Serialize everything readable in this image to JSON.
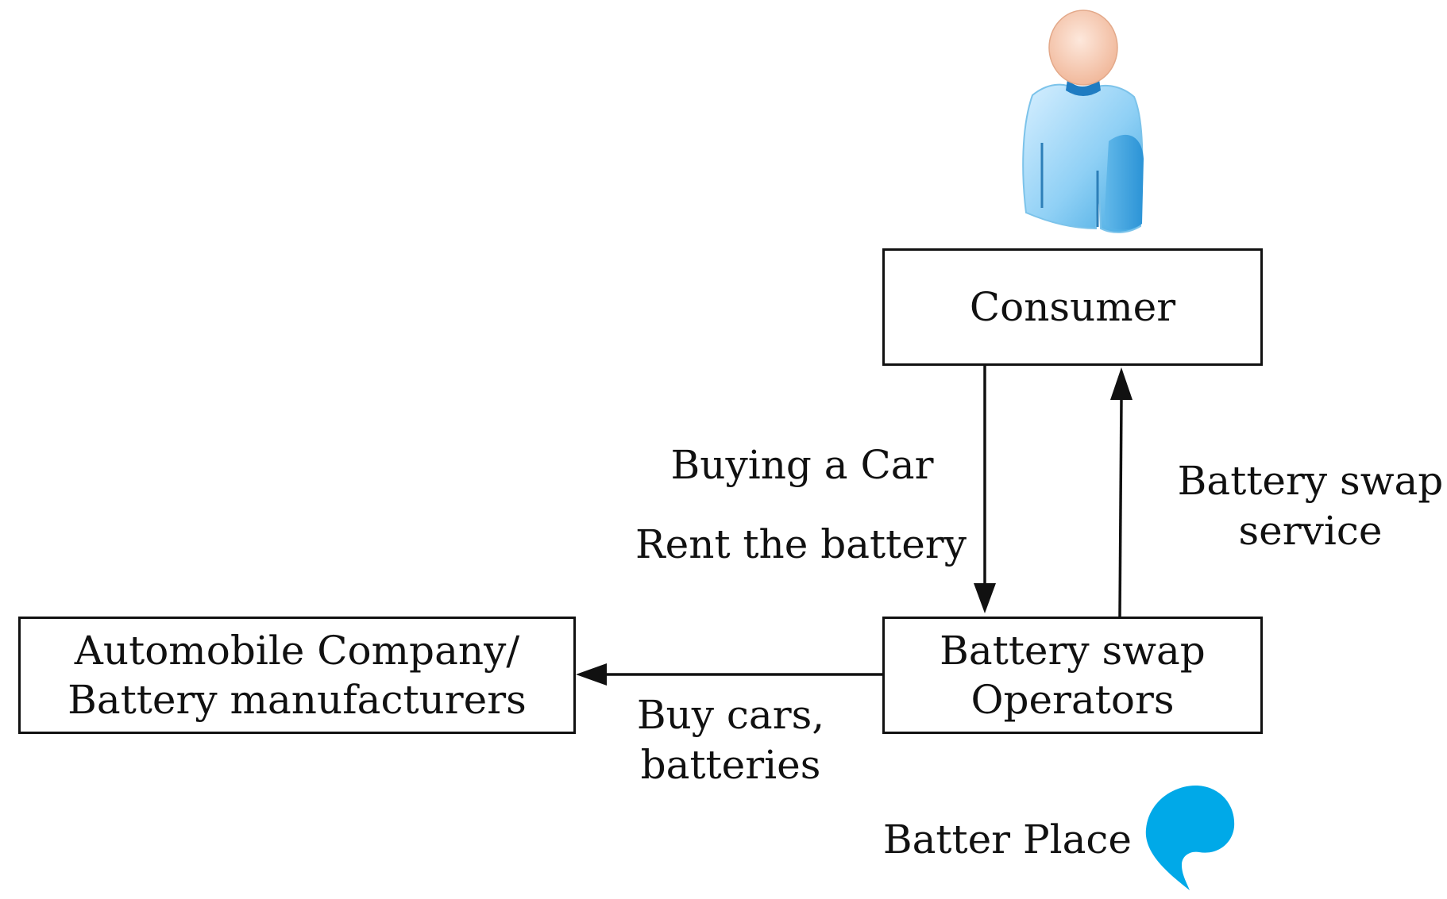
{
  "nodes": {
    "consumer": {
      "label": "Consumer"
    },
    "operators": {
      "line1": "Battery swap",
      "line2": "Operators"
    },
    "manufacturers": {
      "line1": "Automobile Company/",
      "line2": "Battery manufacturers"
    }
  },
  "edges": {
    "consumer_to_operators": {
      "line1": "Buying a Car",
      "line2": "Rent the battery"
    },
    "operators_to_consumer": {
      "line1": "Battery swap",
      "line2": "service"
    },
    "operators_to_manufacturers": {
      "line1": "Buy cars,",
      "line2": "batteries"
    }
  },
  "logo": {
    "text": "Batter Place",
    "color": "#00a9e8"
  },
  "icons": {
    "consumer": "person-icon"
  }
}
